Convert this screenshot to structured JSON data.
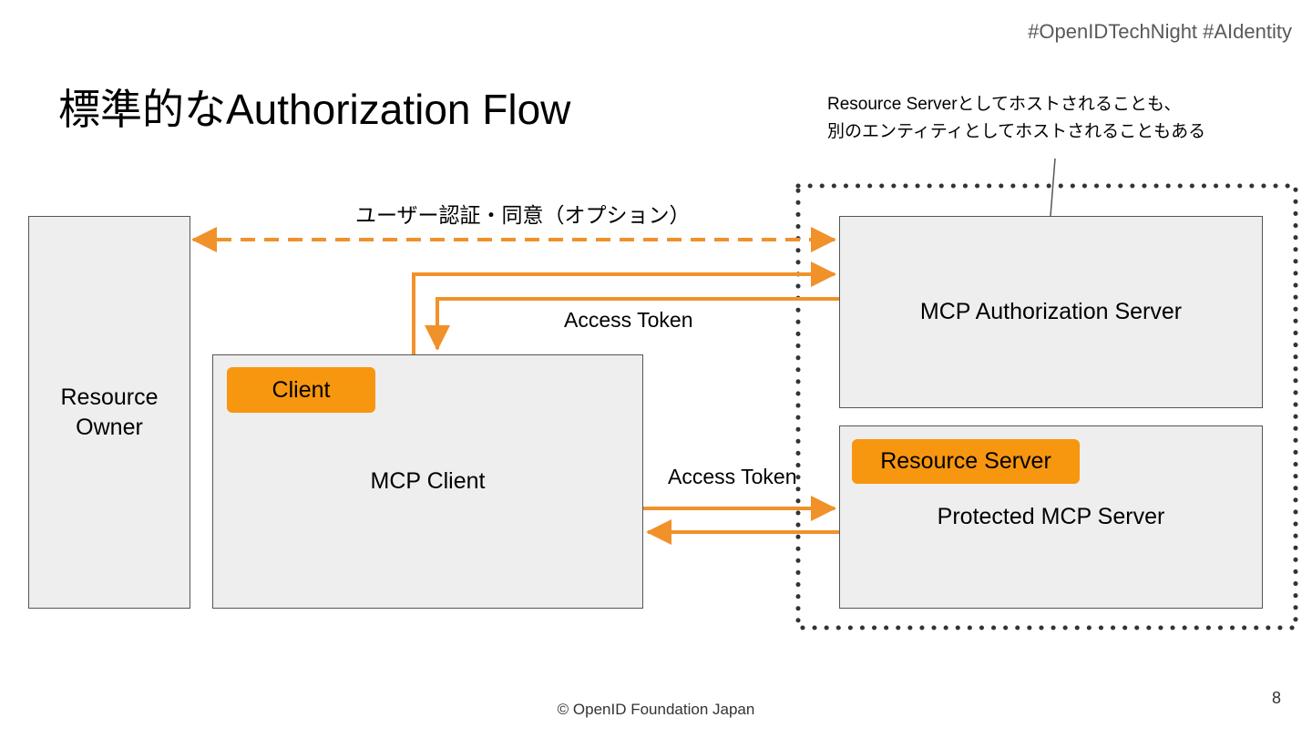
{
  "slide": {
    "hashtags": "#OpenIDTechNight  #AIdentity",
    "title": "標準的なAuthorization Flow",
    "page_number": "8",
    "footer": "© OpenID Foundation Japan"
  },
  "note": {
    "line1": "Resource Serverとしてホストされることも、",
    "line2": "別のエンティティとしてホストされることもある"
  },
  "nodes": {
    "resource_owner": {
      "line1": "Resource",
      "line2": "Owner"
    },
    "mcp_client": {
      "label": "MCP Client",
      "tag": "Client"
    },
    "auth_server": {
      "label": "MCP Authorization Server"
    },
    "protected_server": {
      "label": "Protected MCP Server",
      "tag": "Resource Server"
    }
  },
  "flows": {
    "user_auth_consent": "ユーザー認証・同意（オプション）",
    "access_token_from_as": "Access Token",
    "access_token_to_rs": "Access Token"
  },
  "colors": {
    "accent": "#f7960f",
    "arrow": "#f0912a",
    "box_fill": "#eeeeee",
    "box_border": "#555555"
  }
}
